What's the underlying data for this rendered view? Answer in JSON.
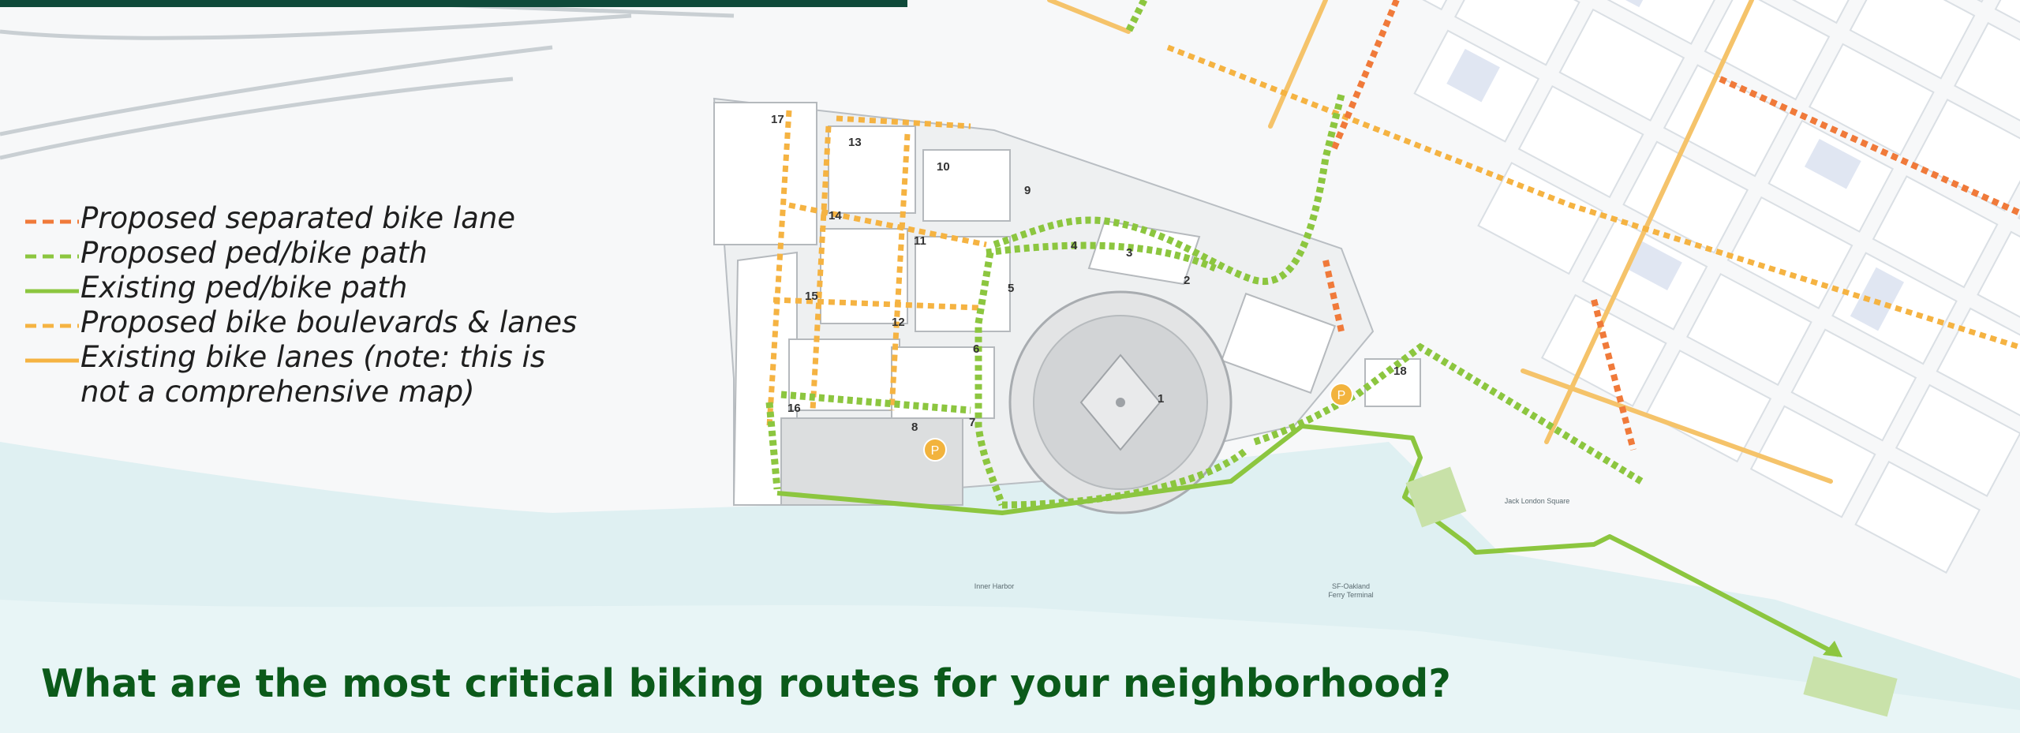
{
  "legend": {
    "items": [
      {
        "label": "Proposed separated bike lane",
        "color": "#f07a3a",
        "style": "dashed",
        "icon": "dashed-line-icon"
      },
      {
        "label": "Proposed ped/bike path",
        "color": "#8cc63f",
        "style": "dashed",
        "icon": "dashed-line-icon"
      },
      {
        "label": "Existing ped/bike path",
        "color": "#8cc63f",
        "style": "solid",
        "icon": "solid-line-icon"
      },
      {
        "label": "Proposed bike boulevards & lanes",
        "color": "#f5b342",
        "style": "dashed",
        "icon": "dashed-line-icon"
      },
      {
        "label": "Existing bike lanes (note: this is",
        "label2": "not a comprehensive map)",
        "color": "#f5b342",
        "style": "solid",
        "icon": "solid-line-icon"
      }
    ]
  },
  "question": "What are the most critical biking routes for your neighborhood?",
  "map": {
    "parcels": [
      "17",
      "13",
      "10",
      "9",
      "14",
      "11",
      "5",
      "4",
      "3",
      "2",
      "15",
      "12",
      "6",
      "1",
      "18",
      "16",
      "8",
      "7"
    ],
    "labels": {
      "water": "Inner Harbor",
      "ferry": "SF-Oakland Ferry Terminal",
      "ferry_line1": "SF-Oakland",
      "ferry_line2": "Ferry Terminal",
      "parking": "P",
      "park": "Jack London Square"
    },
    "colors": {
      "water": "#d8eef0",
      "stadium": "#d9d9d9",
      "green_path": "#8cc63f",
      "orange_lane": "#f07a3a",
      "yellow_lane": "#f5b342",
      "parking": "#f2b33d",
      "header_bar": "#0f4a3a",
      "question_text": "#0b5a1a"
    }
  }
}
